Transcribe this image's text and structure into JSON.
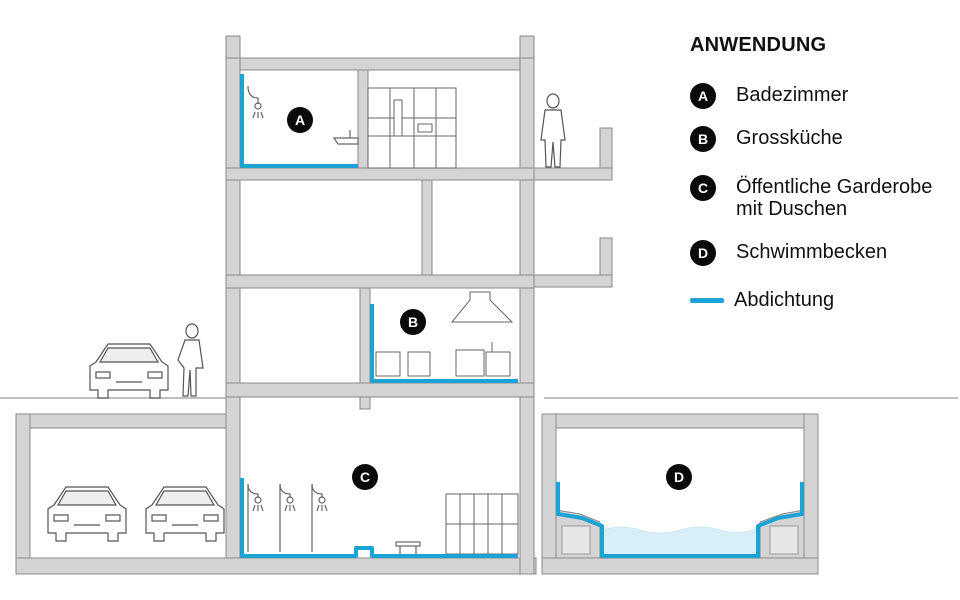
{
  "legend": {
    "title": "ANWENDUNG",
    "items": [
      {
        "marker": "A",
        "lines": [
          "Badezimmer"
        ]
      },
      {
        "marker": "B",
        "lines": [
          "Grossküche"
        ]
      },
      {
        "marker": "C",
        "lines": [
          "Öffentliche Garderobe",
          "mit Duschen"
        ]
      },
      {
        "marker": "D",
        "lines": [
          "Schwimmbecken"
        ]
      }
    ],
    "waterproofing_label": "Abdichtung"
  },
  "markers": {
    "bathroom": "A",
    "kitchen": "B",
    "changing_room": "C",
    "pool": "D"
  },
  "colors": {
    "waterproofing": "#1ba3d6",
    "wall": "#d4d4d4",
    "outline": "#8a8a8a",
    "pool_water": "#d9eff7",
    "marker": "#0a0a0a"
  }
}
